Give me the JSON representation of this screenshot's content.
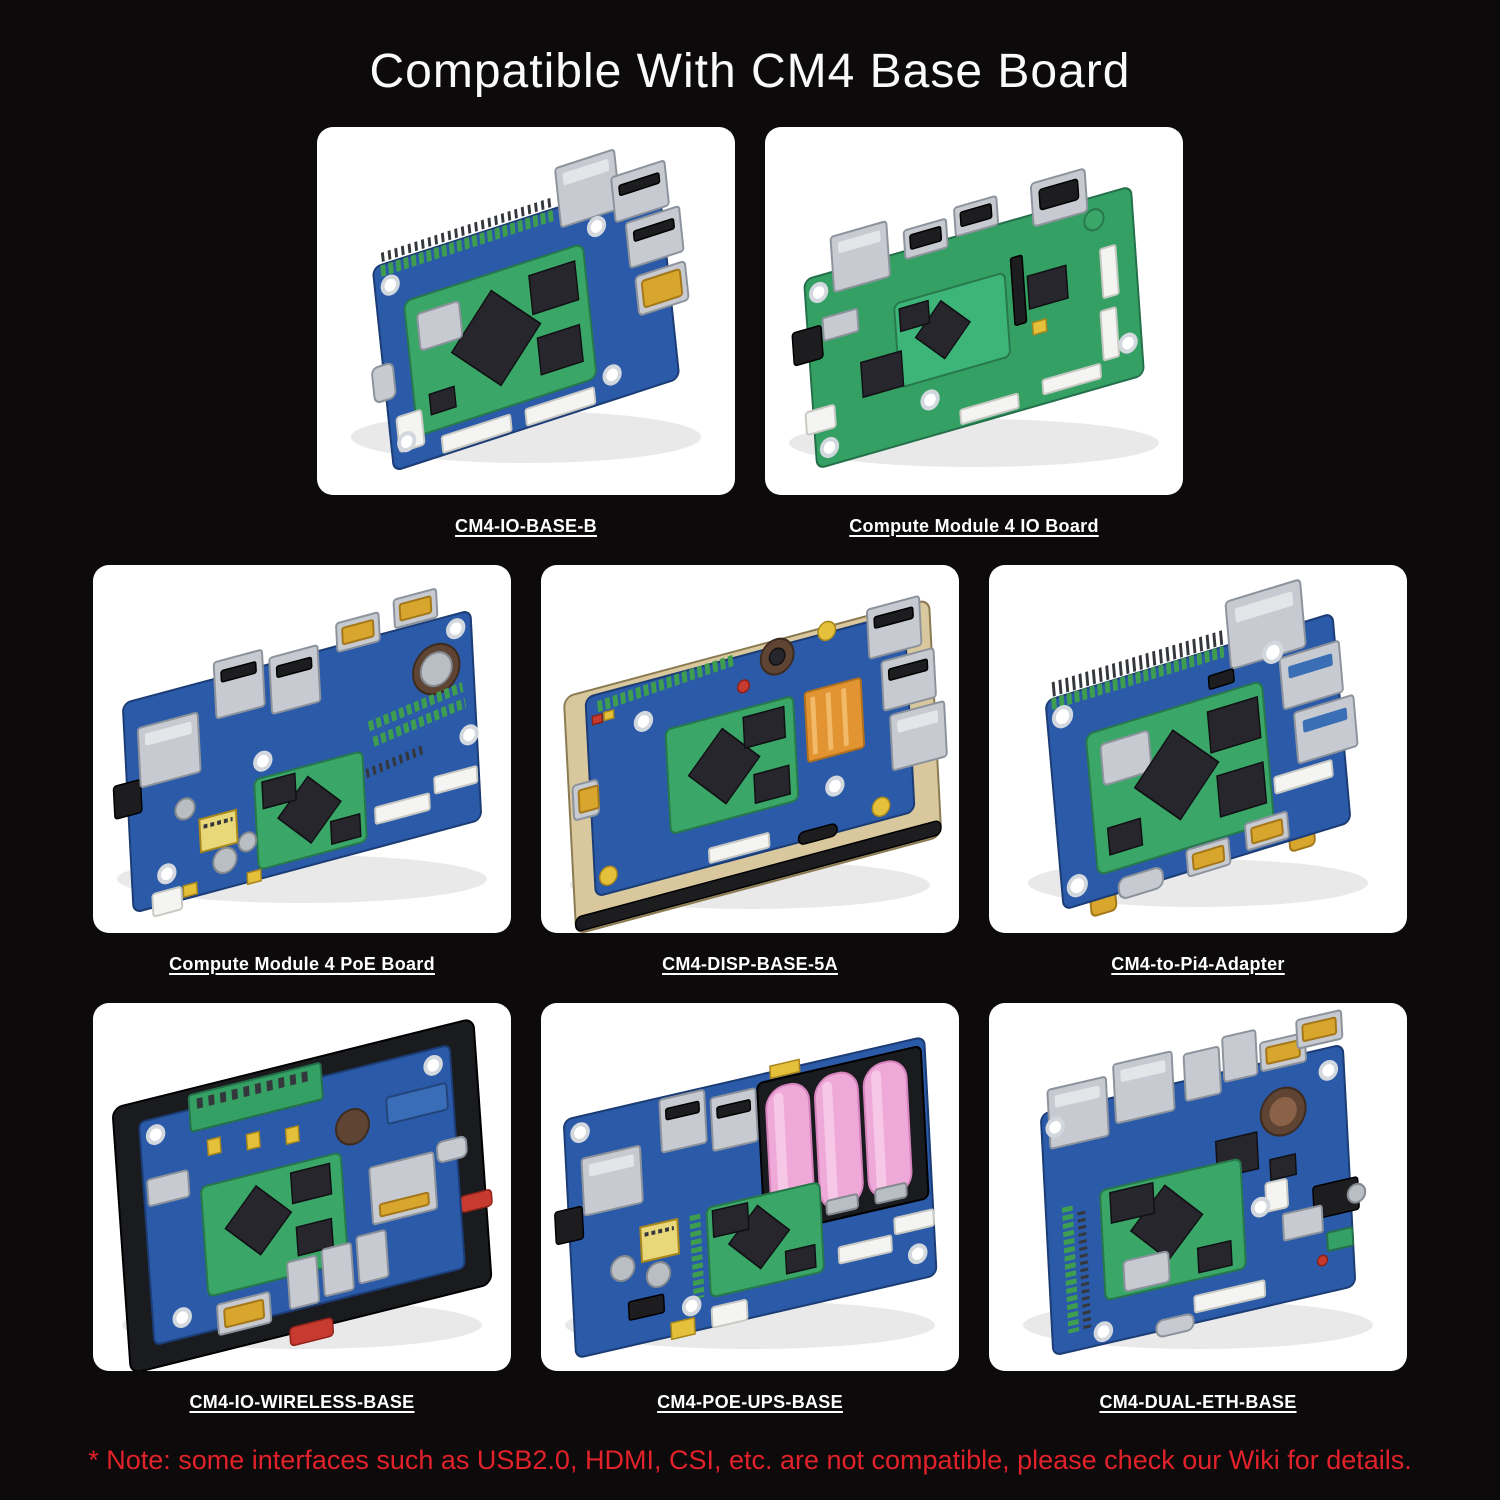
{
  "page": {
    "title": "Compatible With CM4 Base Board",
    "note": "* Note: some interfaces such as USB2.0, HDMI, CSI, etc. are not compatible, please check our Wiki for details.",
    "colors": {
      "background": "#0c0a0a",
      "card_background": "#ffffff",
      "title_text": "#fafafa",
      "label_text": "#ffffff",
      "note_text": "#e2222b",
      "pcb_blue": "#2a5aa8",
      "pcb_green": "#35a063"
    }
  },
  "products": [
    {
      "label": "CM4-IO-BASE-B",
      "photo": "blue-carrier-board-with-core3566-module-photo"
    },
    {
      "label": "Compute Module 4 IO Board",
      "photo": "green-compute-module-4-io-board-photo"
    },
    {
      "label": "Compute Module 4 PoE Board",
      "photo": "blue-poe-carrier-board-photo"
    },
    {
      "label": "CM4-DISP-BASE-5A",
      "photo": "blue-display-base-board-on-lcd-panel-photo"
    },
    {
      "label": "CM4-to-Pi4-Adapter",
      "photo": "blue-pi4-adapter-board-with-core3566-photo"
    },
    {
      "label": "CM4-IO-WIRELESS-BASE",
      "photo": "blue-wireless-base-board-on-black-din-frame-photo"
    },
    {
      "label": "CM4-POE-UPS-BASE",
      "photo": "blue-ups-board-with-three-pink-batteries-photo"
    },
    {
      "label": "CM4-DUAL-ETH-BASE",
      "photo": "blue-dual-ethernet-base-board-photo"
    }
  ]
}
